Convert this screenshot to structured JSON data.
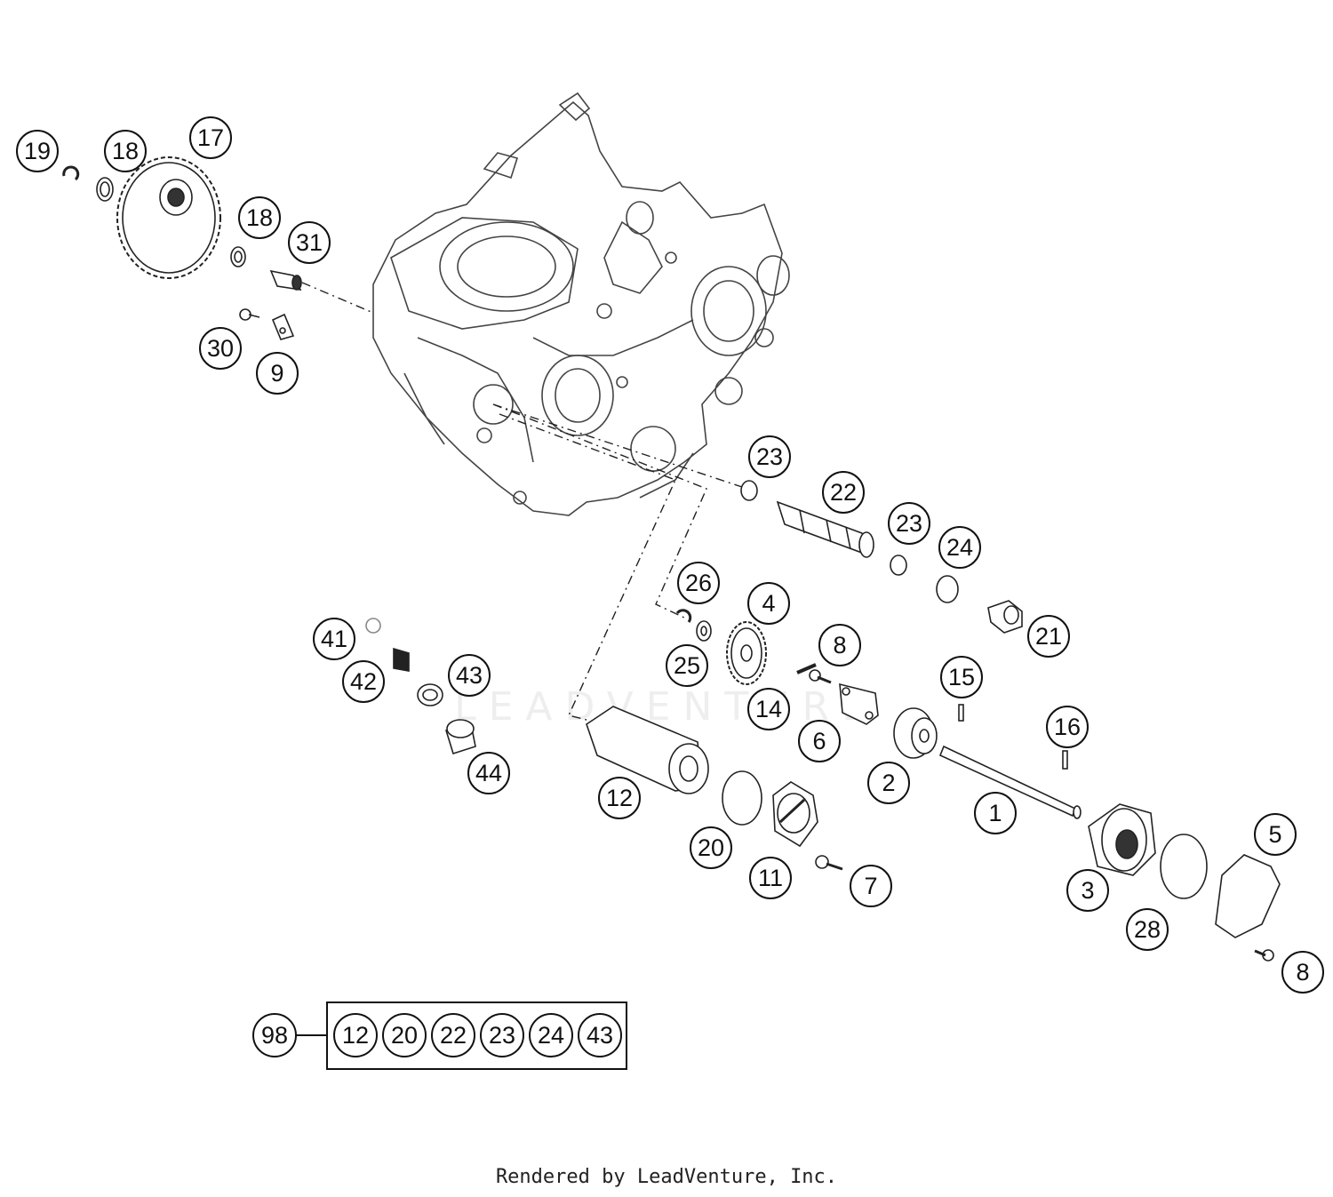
{
  "diagram": {
    "callouts": [
      "19",
      "18",
      "17",
      "18",
      "31",
      "30",
      "9",
      "23",
      "22",
      "23",
      "24",
      "21",
      "26",
      "4",
      "8",
      "41",
      "25",
      "42",
      "43",
      "14",
      "15",
      "6",
      "16",
      "44",
      "2",
      "1",
      "12",
      "20",
      "11",
      "7",
      "3",
      "5",
      "28",
      "8"
    ],
    "kit": {
      "label": "98",
      "items": [
        "12",
        "20",
        "22",
        "23",
        "24",
        "43"
      ]
    },
    "watermark": "LEADVENTURE",
    "credit": "Rendered by LeadVenture, Inc."
  }
}
